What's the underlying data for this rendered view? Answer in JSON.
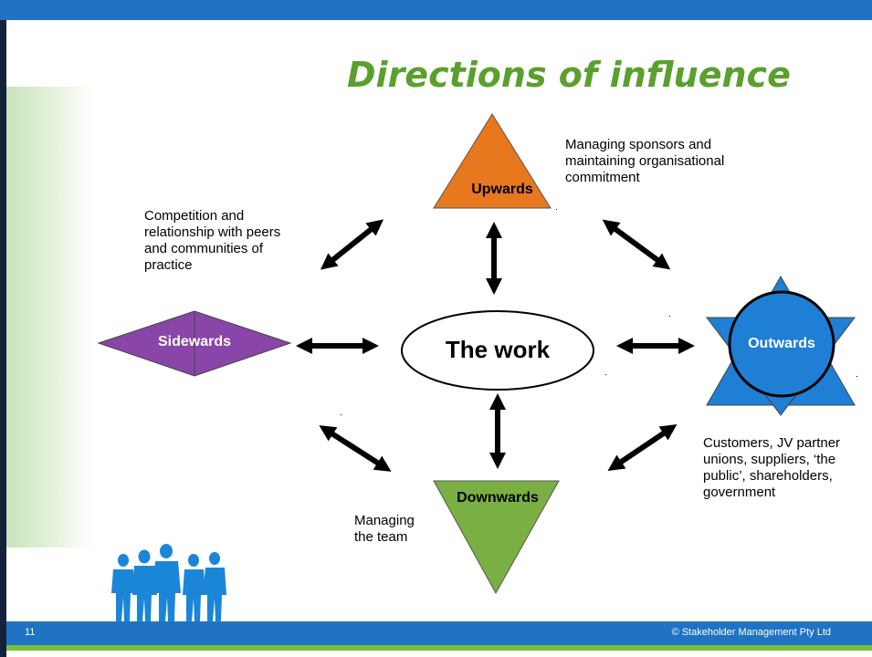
{
  "title": "Directions of influence",
  "nodes": {
    "center": "The work",
    "up": "Upwards",
    "down": "Downwards",
    "side": "Sidewards",
    "out": "Outwards"
  },
  "notes": {
    "up": [
      "Managing sponsors and",
      "maintaining organisational",
      "commitment"
    ],
    "side": [
      "Competition and",
      "relationship with peers",
      "and communities of",
      "practice"
    ],
    "down": [
      "Managing",
      "the team"
    ],
    "out": [
      "Customers, JV partner",
      "unions, suppliers, ‘the",
      "public’, shareholders,",
      "government"
    ]
  },
  "footer": {
    "page_number": "11",
    "copyright": "© Stakeholder Management Pty Ltd"
  },
  "colors": {
    "title": "#5aa02c",
    "upwards": "#e8781e",
    "downwards": "#7ab043",
    "sidewards": "#8a45a8",
    "outwards": "#1f7fd4",
    "bar": "#1f73c2"
  }
}
